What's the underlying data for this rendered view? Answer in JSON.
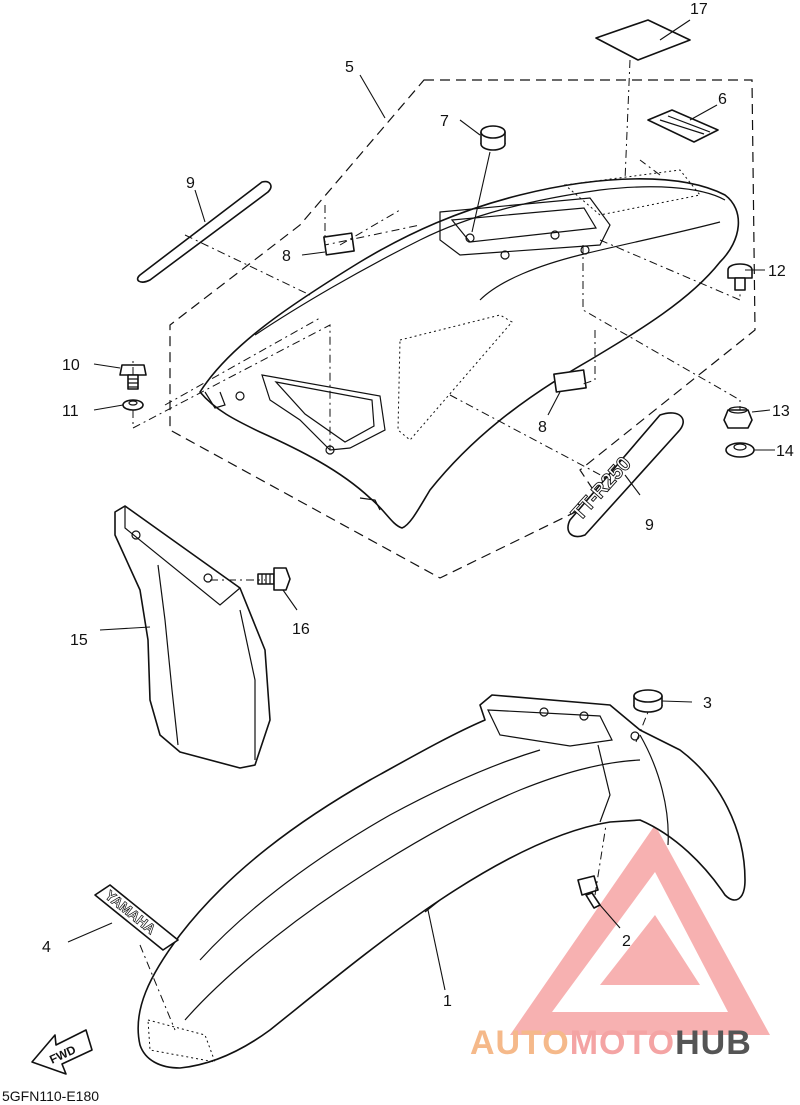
{
  "diagram_code": "5GFN110-E180",
  "fwd_label": "FWD",
  "decal_yamaha": "YAMAHA",
  "decal_model": "TT-R250",
  "watermark": {
    "word_a": "AUTO",
    "word_b": "MOTO",
    "word_c": "HUB",
    "color_a": "#f5b98a",
    "color_b": "#f4a4a4",
    "color_c": "#555555",
    "mark_color": "#f6a3a3"
  },
  "callouts": {
    "c1": "1",
    "c2": "2",
    "c3": "3",
    "c4": "4",
    "c5": "5",
    "c6": "6",
    "c7": "7",
    "c8a": "8",
    "c8b": "8",
    "c9a": "9",
    "c9b": "9",
    "c10": "10",
    "c11": "11",
    "c12": "12",
    "c13": "13",
    "c14": "14",
    "c15": "15",
    "c16": "16",
    "c17": "17"
  }
}
